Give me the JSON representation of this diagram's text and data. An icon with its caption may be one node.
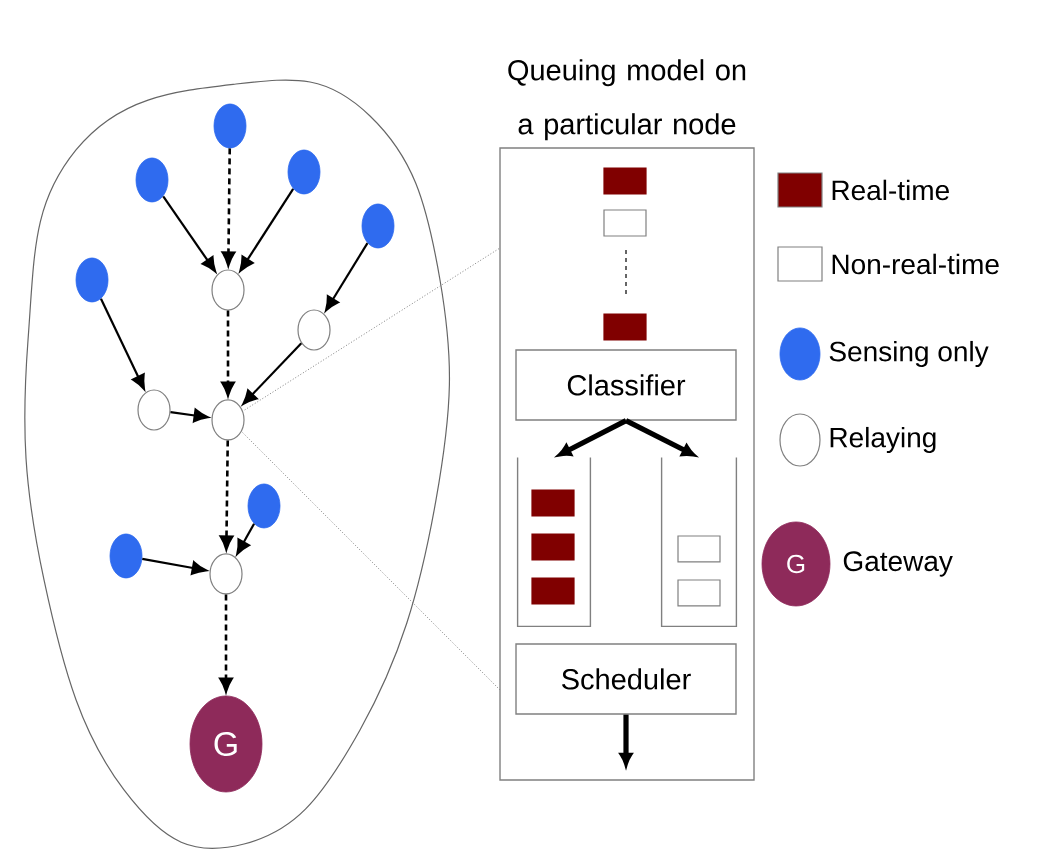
{
  "diagram": {
    "nodes": [
      {
        "text": [],
        "shape": "circle"
      },
      {
        "text": [],
        "shape": "circle"
      },
      {
        "text": [],
        "shape": "circle"
      },
      {
        "text": [],
        "shape": "circle"
      },
      {
        "text": [],
        "shape": "circle"
      },
      {
        "text": [],
        "shape": "circle"
      },
      {
        "text": [],
        "shape": "circle"
      },
      {
        "text": [],
        "shape": "circle"
      },
      {
        "text": [],
        "shape": "circle"
      },
      {
        "text": [],
        "shape": "circle"
      },
      {
        "text": [],
        "shape": "circle"
      },
      {
        "text": [],
        "shape": "circle"
      },
      {
        "text": [
          "G"
        ]
      },
      {
        "text": [
          "Queuing model on a particular node"
        ]
      },
      {
        "text": [
          "Classifier"
        ],
        "in": 13
      },
      {
        "text": [],
        "shape": "box",
        "in": 13
      },
      {
        "text": [],
        "shape": "box",
        "in": 13
      },
      {
        "text": [
          "Scheduler"
        ],
        "in": 13
      }
    ],
    "edges": [
      {
        "from": 0,
        "to": 4,
        "arrow": "to",
        "style": "dashed"
      },
      {
        "from": 1,
        "to": 4,
        "arrow": "to"
      },
      {
        "from": 2,
        "to": 4,
        "arrow": "to"
      },
      {
        "from": 3,
        "to": 5,
        "arrow": "to"
      },
      {
        "from": 4,
        "to": 8,
        "arrow": "to",
        "style": "dashed"
      },
      {
        "from": 5,
        "to": 8,
        "arrow": "to"
      },
      {
        "from": 6,
        "to": 7,
        "arrow": "to"
      },
      {
        "from": 7,
        "to": 8,
        "arrow": "to"
      },
      {
        "from": 8,
        "to": 11,
        "arrow": "to",
        "style": "dashed"
      },
      {
        "from": 10,
        "to": 11,
        "arrow": "to"
      },
      {
        "from": 9,
        "to": 11,
        "arrow": "to"
      },
      {
        "from": 11,
        "to": 12,
        "arrow": "to",
        "style": "dashed"
      },
      {
        "from": 14,
        "to": 15,
        "arrow": "to",
        "style": "thick"
      },
      {
        "from": 14,
        "to": 16,
        "arrow": "to",
        "style": "thick"
      },
      {
        "from": 17,
        "to": null,
        "arrow": "to",
        "style": "thick"
      }
    ],
    "labels": [
      "G"
    ],
    "legend": [
      {
        "text": "Real-time",
        "color": "#800000"
      },
      {
        "text": "Non-real-time"
      },
      {
        "text": "Sensing only"
      },
      {
        "text": "Relaying"
      },
      {
        "text": "Gateway"
      }
    ]
  }
}
